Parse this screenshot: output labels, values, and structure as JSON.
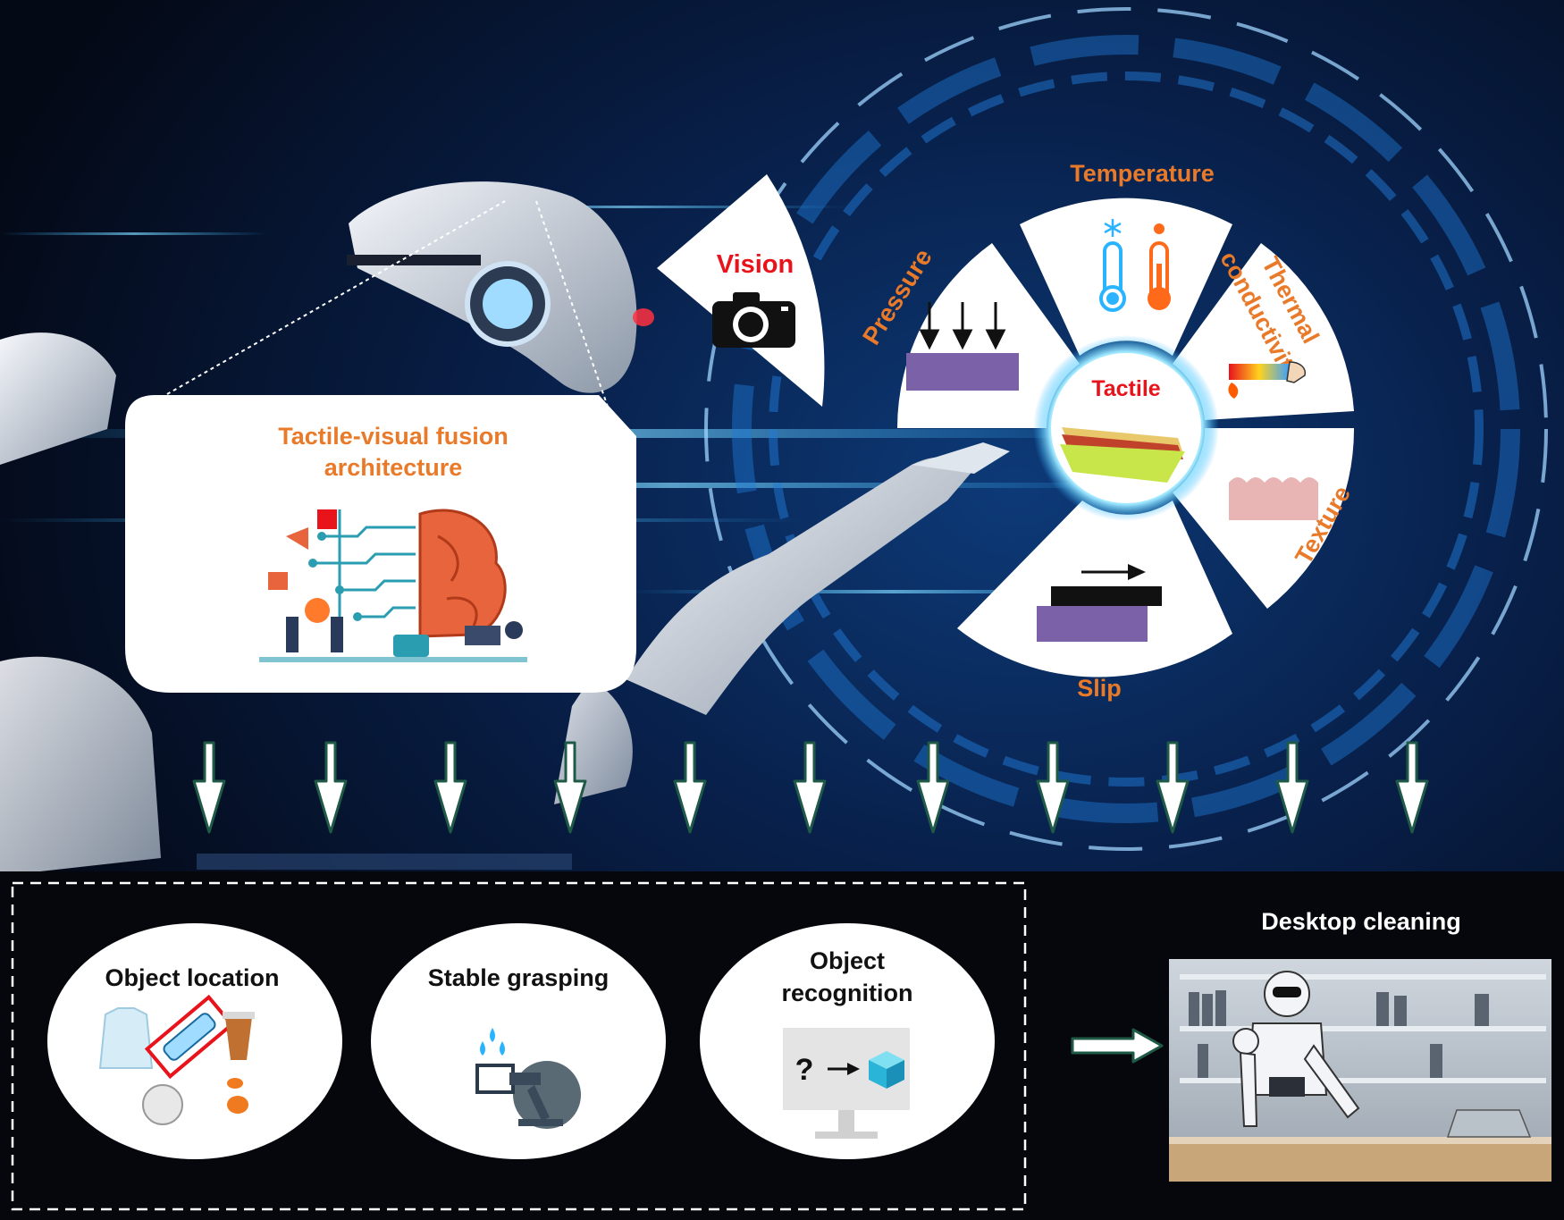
{
  "fusion_box": {
    "title_line1": "Tactile-visual fusion",
    "title_line2": "architecture"
  },
  "vision": {
    "label": "Vision",
    "icon": "camera-icon"
  },
  "wheel": {
    "center_label": "Tactile",
    "pressure": "Pressure",
    "temperature": "Temperature",
    "thermal_line1": "Thermal",
    "thermal_line2": "conductivity",
    "texture": "Texture",
    "slip": "Slip"
  },
  "tasks": {
    "object_location": "Object location",
    "stable_grasping": "Stable grasping",
    "object_recognition_line1": "Object",
    "object_recognition_line2": "recognition",
    "question_mark": "?"
  },
  "result": {
    "label": "Desktop cleaning"
  },
  "colors": {
    "background": "#050c1c",
    "label_orange": "#e87a2a",
    "label_red": "#e8131b",
    "block_purple": "#7b62a8",
    "texture_pink": "#e8b4b4",
    "arrow_green": "#1f5a46",
    "glow_blue": "#2ab4ff"
  }
}
